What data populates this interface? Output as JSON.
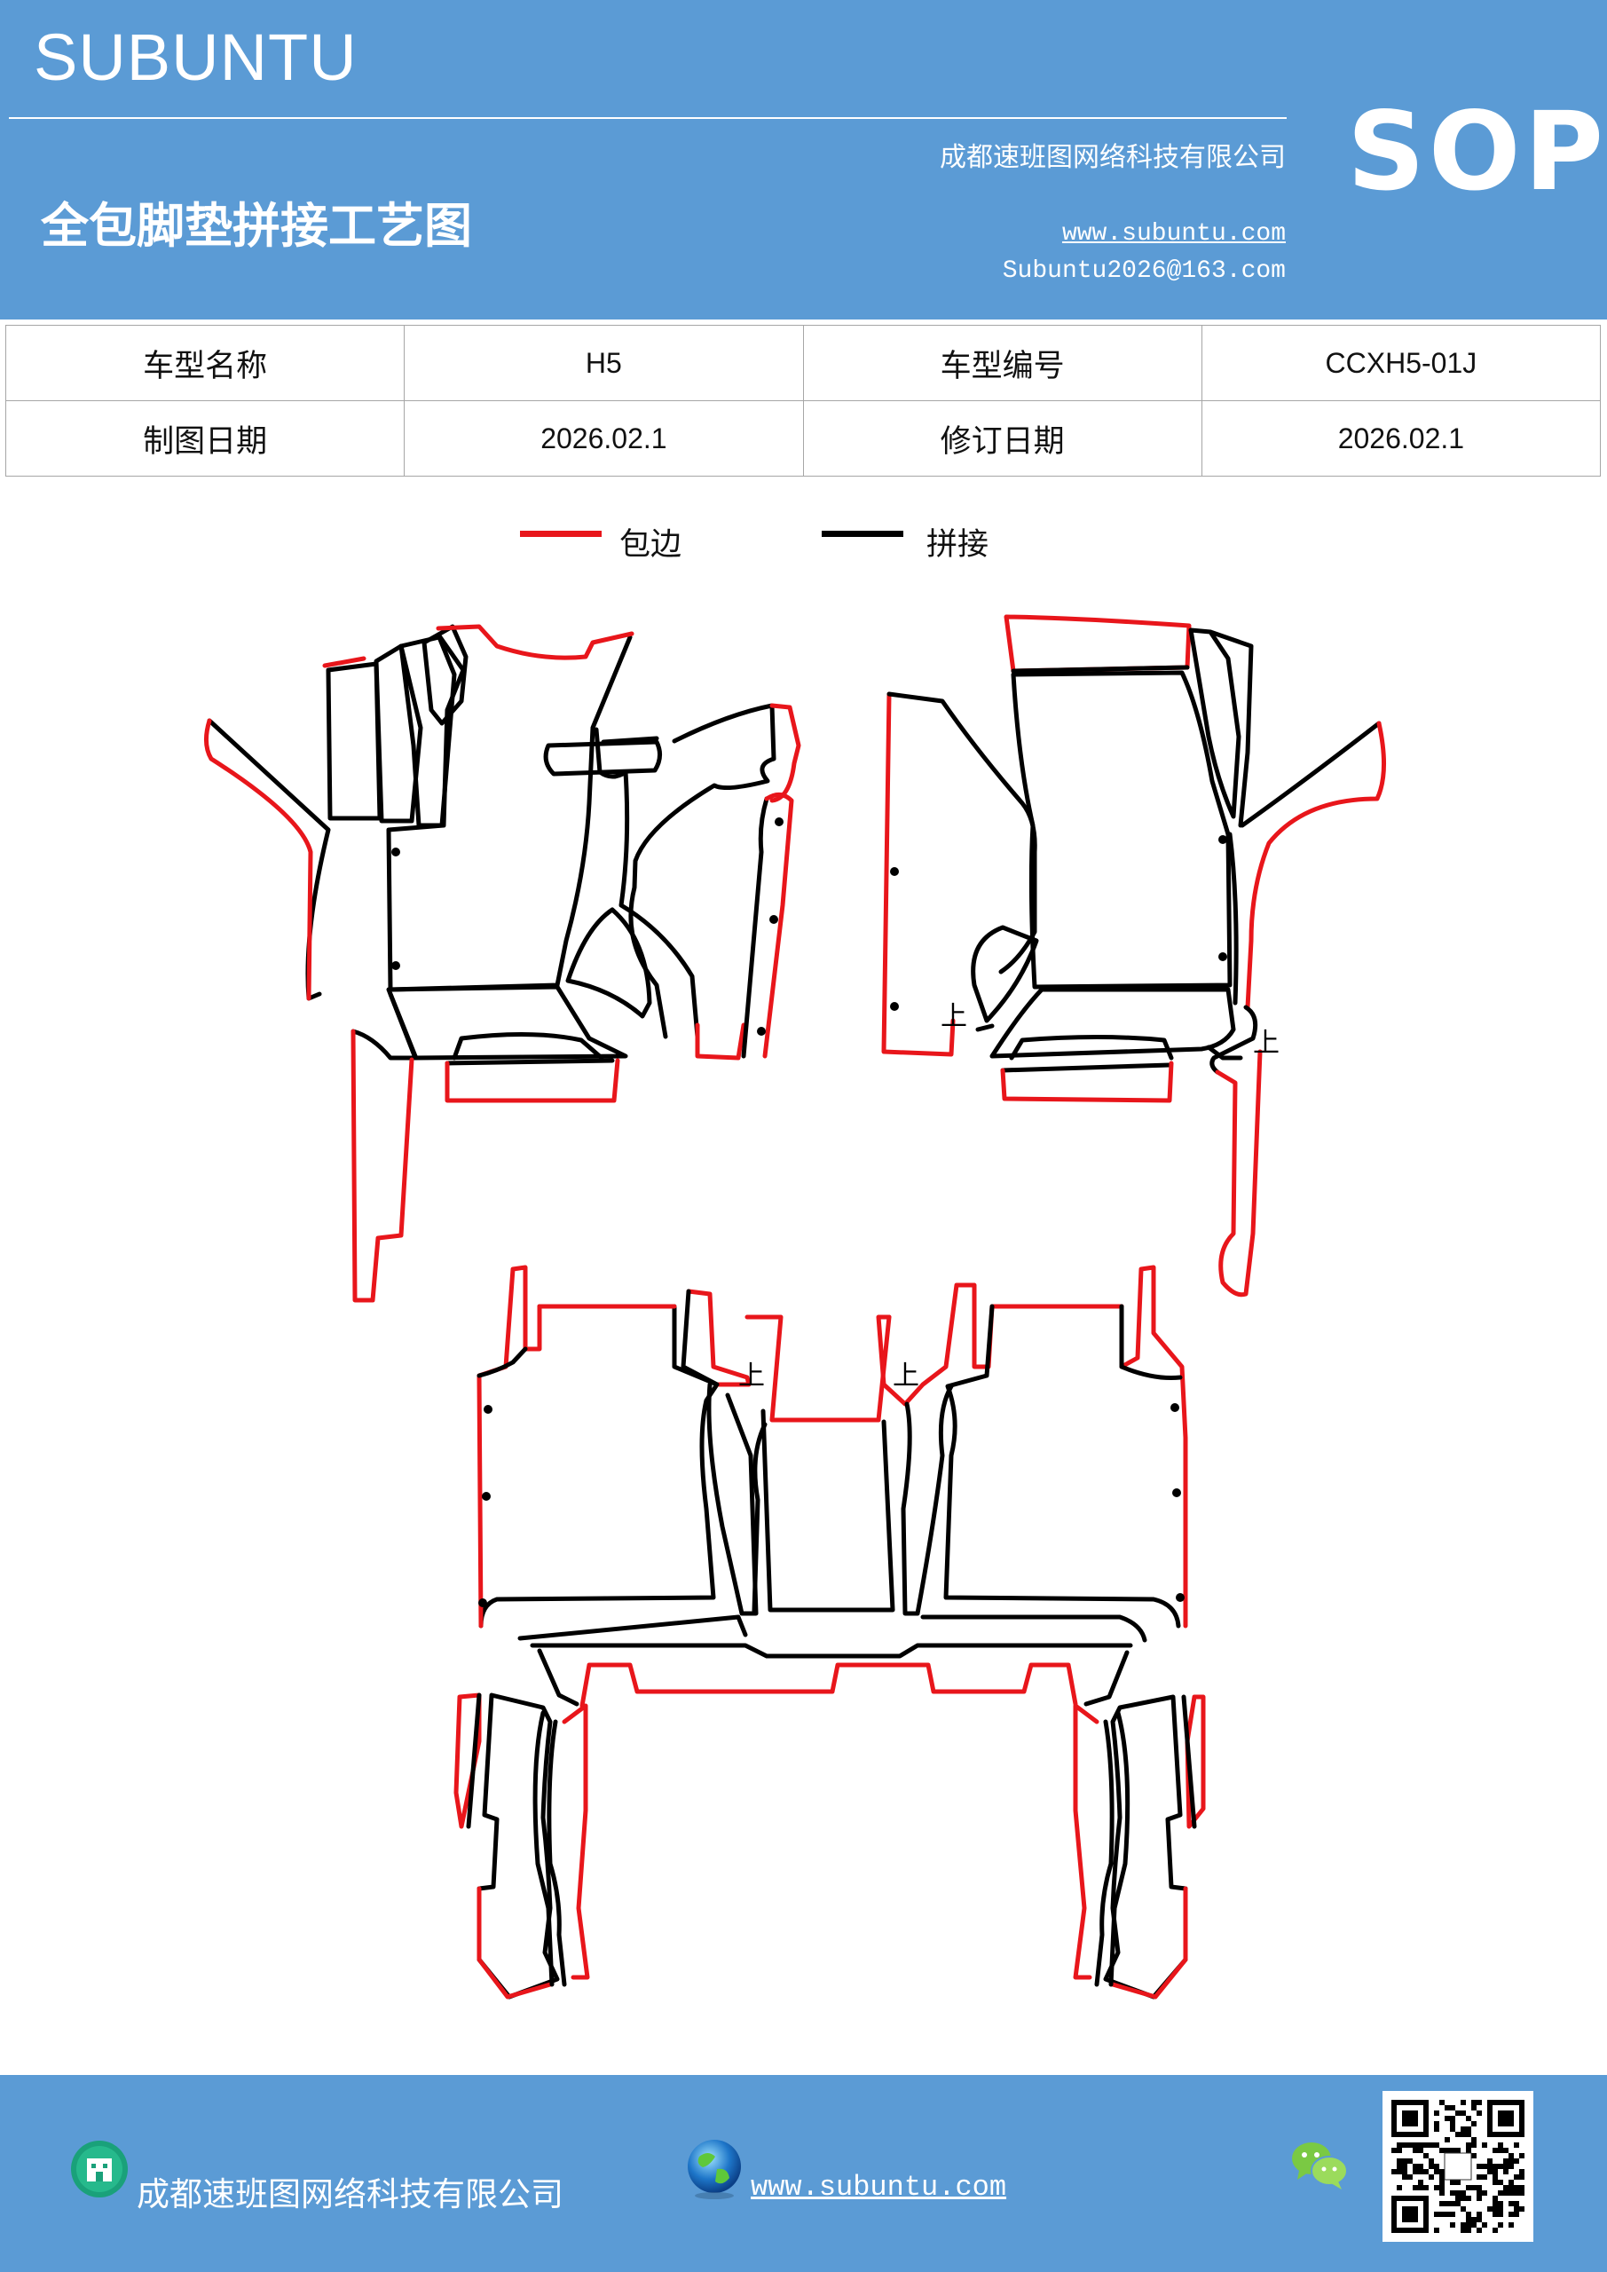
{
  "header": {
    "brand": "SUBUNTU",
    "company": "成都速班图网络科技有限公司",
    "title": "全包脚垫拼接工艺图",
    "website": "www.subuntu.com",
    "email": "Subuntu2026@163.com",
    "badge": "SOP"
  },
  "info_table": {
    "row1": {
      "label_a": "车型名称",
      "value_a": "H5",
      "label_b": "车型编号",
      "value_b": "CCXH5-01J"
    },
    "row2": {
      "label_a": "制图日期",
      "value_a": "2026.02.1",
      "label_b": "修订日期",
      "value_b": "2026.02.1"
    }
  },
  "legend": {
    "edge": {
      "label": "包边",
      "color": "#e8161b"
    },
    "seam": {
      "label": "拼接",
      "color": "#000000"
    }
  },
  "diagram": {
    "marker": "上"
  },
  "footer": {
    "company": "成都速班图网络科技有限公司",
    "website": "www.subuntu.com",
    "icons": [
      "building-icon",
      "globe-icon",
      "wechat-icon",
      "qr-code"
    ]
  }
}
